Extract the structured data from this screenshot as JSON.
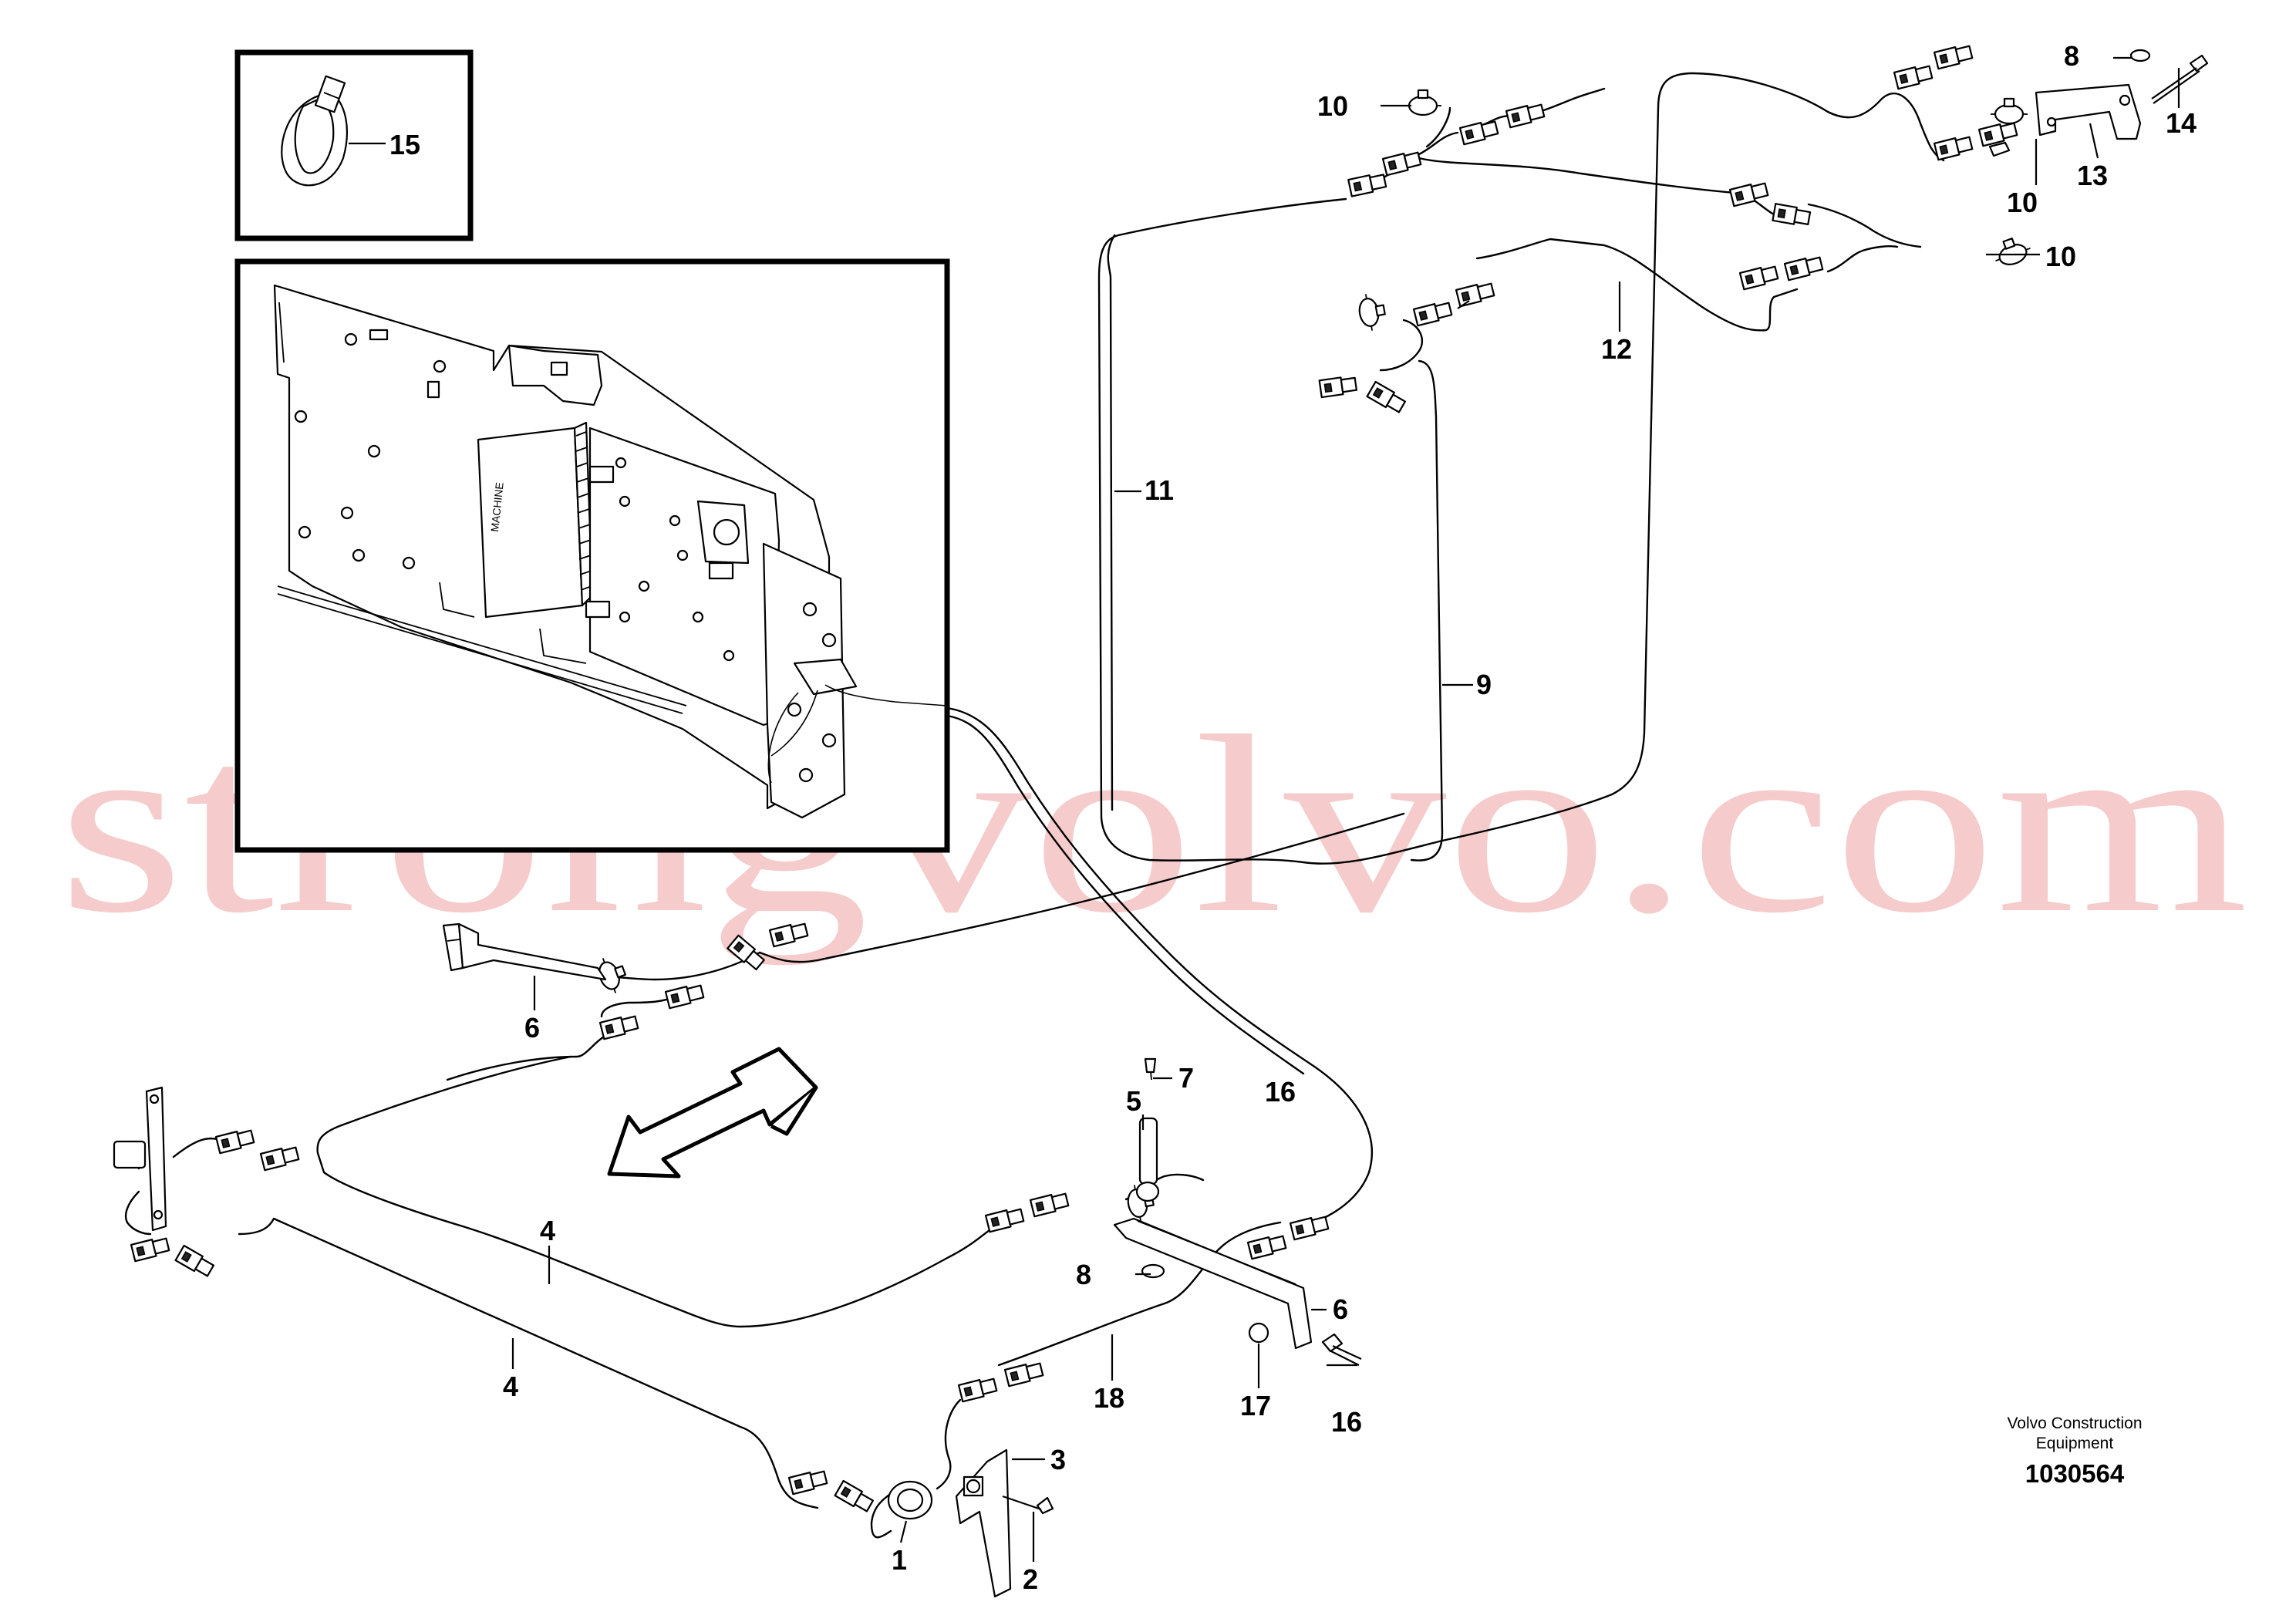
{
  "callouts": {
    "c1": "1",
    "c2": "2",
    "c3": "3",
    "c4a": "4",
    "c4b": "4",
    "c5": "5",
    "c6a": "6",
    "c6b": "6",
    "c7": "7",
    "c8a": "8",
    "c8b": "8",
    "c9": "9",
    "c10a": "10",
    "c10b": "10",
    "c10c": "10",
    "c11": "11",
    "c12": "12",
    "c13": "13",
    "c14": "14",
    "c15": "15",
    "c16a": "16",
    "c16b": "16",
    "c17": "17",
    "c18": "18"
  },
  "caption": {
    "line1": "Volvo Construction",
    "line2": "Equipment",
    "number": "1030564"
  },
  "watermark": "strongvolvo.com",
  "module_label": "MACHINE"
}
